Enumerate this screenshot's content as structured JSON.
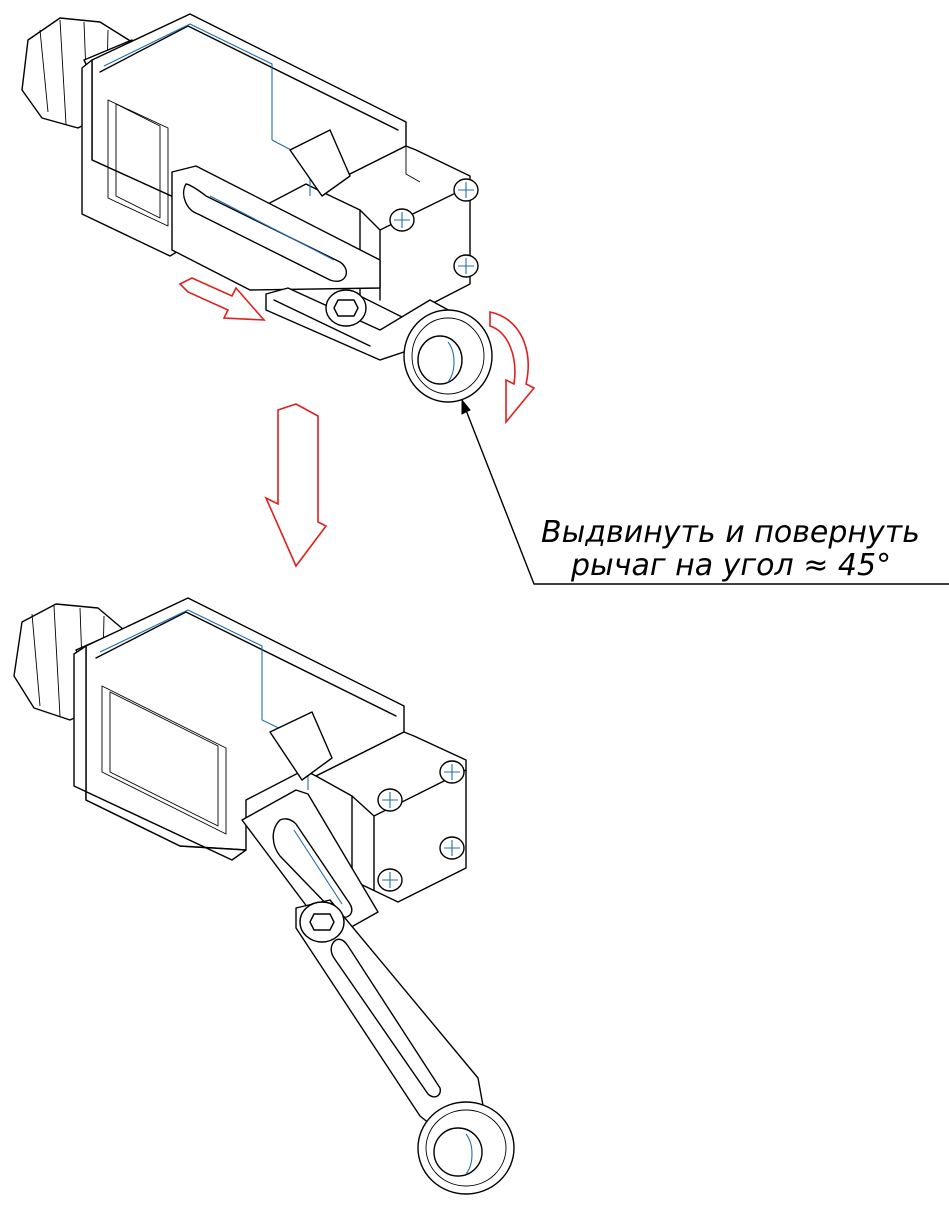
{
  "annotation": {
    "line1": "Выдвинуть и повернуть",
    "line2": "рычаг на угол ≈ 45°"
  },
  "colors": {
    "outline": "#000000",
    "hidden_edges": "#1f6fb4",
    "motion_arrows": "#e0201c",
    "background": "#ffffff"
  },
  "icons": [
    "slide-arrow-icon",
    "rotate-arrow-icon",
    "down-arrow-icon",
    "leader-arrowhead"
  ]
}
